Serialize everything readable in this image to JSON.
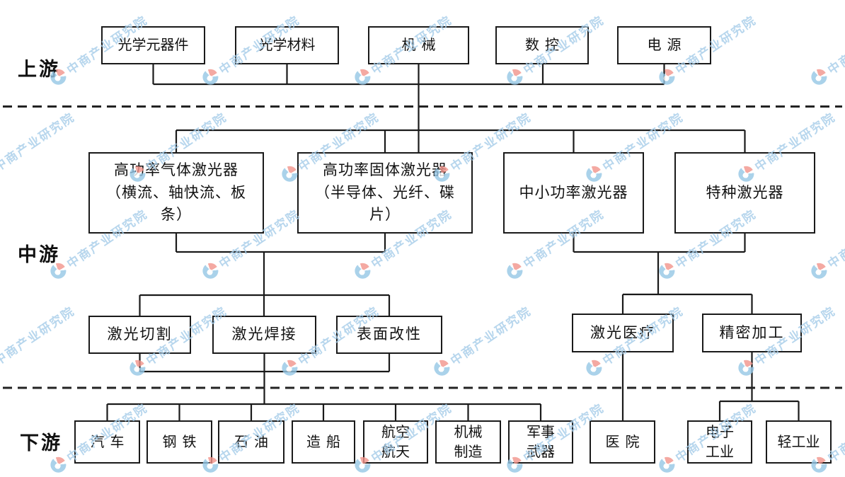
{
  "stage_labels": {
    "upstream": "上游",
    "midstream": "中游",
    "downstream": "下游"
  },
  "upstream_nodes": [
    "光学元器件",
    "光学材料",
    "机械",
    "数控",
    "电源"
  ],
  "midstream_laser_nodes": [
    "高功率气体激光器\n（横流、轴快流、板\n条）",
    "高功率固体激光器\n（半导体、光纤、碟\n片）",
    "中小功率激光器",
    "特种激光器"
  ],
  "midstream_app_nodes": [
    "激光切割",
    "激光焊接",
    "表面改性"
  ],
  "midstream_app_right_nodes": [
    "激光医疗",
    "精密加工"
  ],
  "downstream_nodes": [
    "汽车",
    "钢铁",
    "石油",
    "造船",
    "航空\n航天",
    "机械\n制造",
    "军事\n武器",
    "医院",
    "电子\n工业",
    "轻工业"
  ],
  "watermark": {
    "text": "中商产业研究院",
    "text_color": "#a6cde9",
    "logo_blue": "#96c7e6",
    "logo_red": "#f2948b"
  },
  "line_color": "#1a1a1a"
}
